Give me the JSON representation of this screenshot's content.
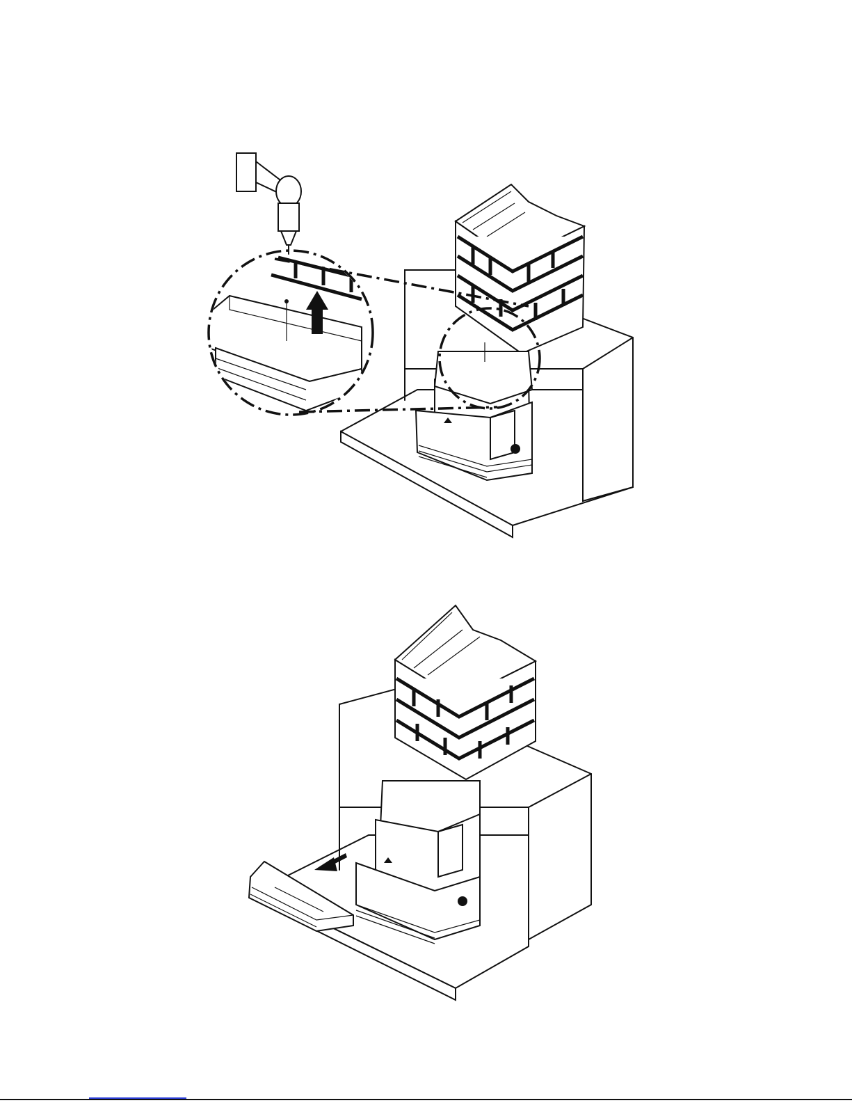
{
  "figures": [
    {
      "id": "fig1",
      "content": "illustration"
    },
    {
      "id": "fig2",
      "content": "illustration"
    }
  ],
  "colors": {
    "line": "#111111",
    "background": "#ffffff",
    "footer_link": "#2a3cd6"
  }
}
